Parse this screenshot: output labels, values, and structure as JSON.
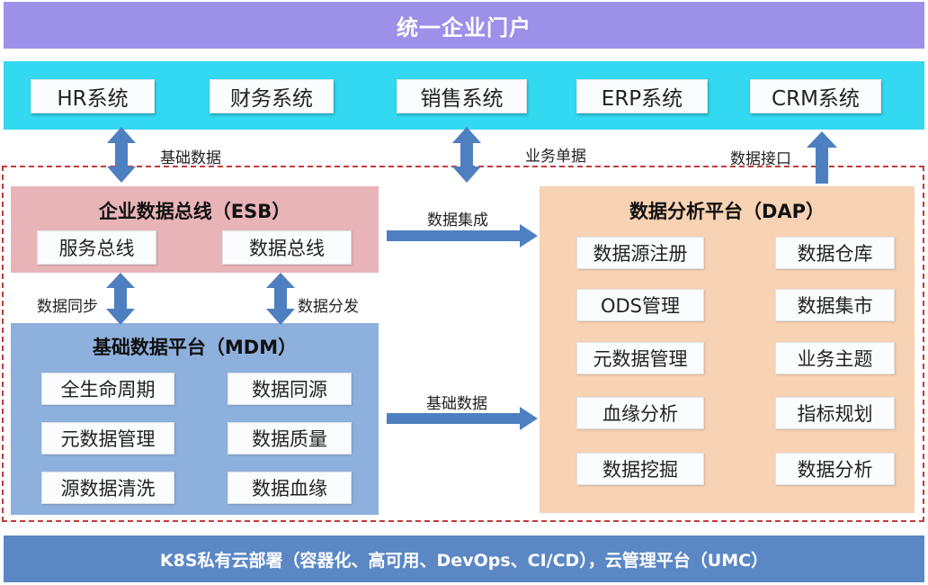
{
  "portal": {
    "title": "统一企业门户"
  },
  "systems": [
    "HR系统",
    "财务系统",
    "销售系统",
    "ERP系统",
    "CRM系统"
  ],
  "connectors": {
    "basic_data_top": "基础数据",
    "business_docs": "业务单据",
    "data_interface": "数据接口",
    "data_integration": "数据集成",
    "data_sync": "数据同步",
    "data_distribute": "数据分发",
    "basic_data_mid": "基础数据"
  },
  "esb": {
    "title": "企业数据总线（ESB）",
    "items": [
      "服务总线",
      "数据总线"
    ]
  },
  "mdm": {
    "title": "基础数据平台（MDM）",
    "items": [
      "全生命周期",
      "数据同源",
      "元数据管理",
      "数据质量",
      "源数据清洗",
      "数据血缘"
    ]
  },
  "dap": {
    "title": "数据分析平台（DAP）",
    "items": [
      "数据源注册",
      "数据仓库",
      "ODS管理",
      "数据集市",
      "元数据管理",
      "业务主题",
      "血缘分析",
      "指标规划",
      "数据挖掘",
      "数据分析"
    ]
  },
  "footer": {
    "text": "K8S私有云部署（容器化、高可用、DevOps、CI/CD），云管理平台（UMC）"
  },
  "colors": {
    "portal": "#9d90e8",
    "systems_bar": "#33d9f0",
    "esb": "#e8b4b8",
    "mdm": "#8eb0dd",
    "dap": "#f7d2b3",
    "footer": "#5b87c5",
    "arrow": "#4e7fc0",
    "dashed_border": "#c53a3a"
  }
}
